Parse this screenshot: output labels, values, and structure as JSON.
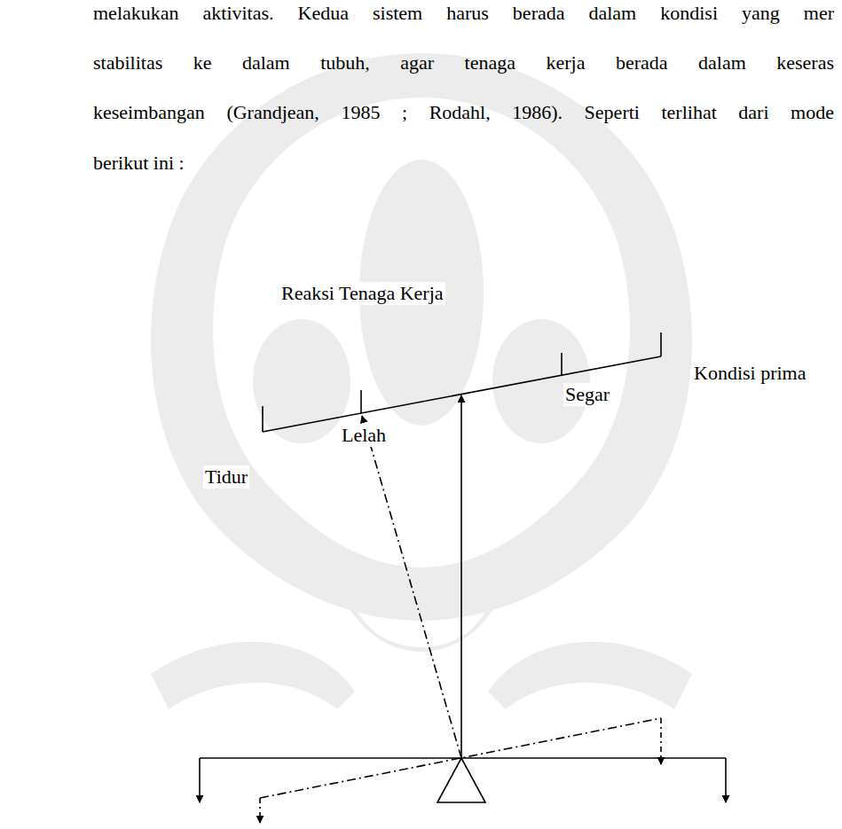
{
  "diagram": {
    "labels": [
      "melakukan aktivitas. Kedua sistem harus berada dalam kondisi yang mer",
      "stabilitas ke dalam tubuh, agar tenaga kerja berada dalam keseras",
      "keseimbangan (Grandjean, 1985 ; Rodahl, 1986). Seperti terlihat dari mode",
      "berikut ini :",
      "Reaksi Tenaga Kerja",
      "Kondisi prima",
      "Segar",
      "Lelah",
      "Tidur"
    ]
  }
}
